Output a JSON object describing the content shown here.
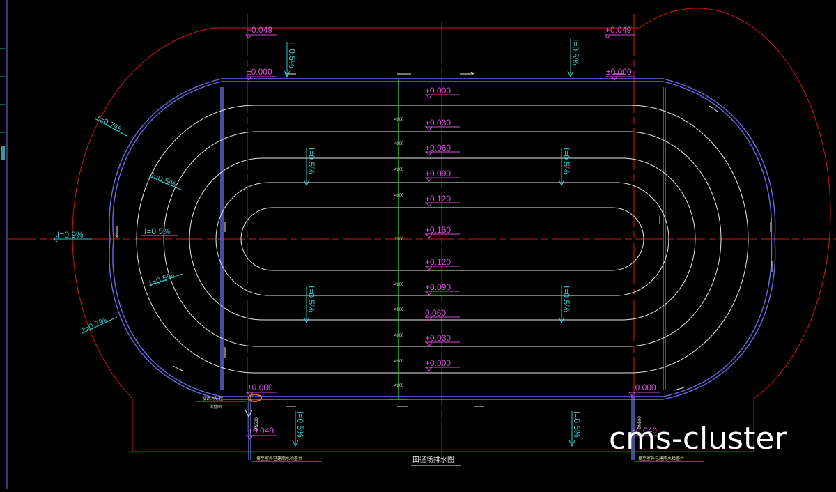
{
  "drawing": {
    "title": "田径场排水图",
    "watermark": "cms-cluster"
  },
  "colors": {
    "background": "#000000",
    "boundary": "#d01818",
    "track_edge": "#6a6ae6",
    "lanes": "#e8e8e8",
    "axis": "#d01818",
    "elevation_text": "#d84dd8",
    "slope_text": "#35c6c6",
    "drain_pipe": "#1fb81f"
  },
  "elevations": {
    "top_left_outer": "+0.049",
    "top_right_outer": "+0.049",
    "top_left_edge": "±0.000",
    "top_right_edge": "±0.000",
    "bottom_left_edge": "±0.000",
    "bottom_right_edge": "±0.000",
    "bottom_left_outer": "+0.049",
    "bottom_right_outer": "+0.049",
    "center_column": [
      "+0.000",
      "+0.030",
      "+0.060",
      "+0.090",
      "+0.120",
      "+0.150",
      "+0.120",
      "+0.090",
      "0.060",
      "+0.030",
      "+0.000"
    ]
  },
  "slopes": {
    "top_left_vertical": "I=0.5%",
    "top_right_vertical": "I=0.5%",
    "upper_left_field": "I=0.5%",
    "upper_right_field": "I=0.5%",
    "lower_left_field": "I=0.5%",
    "lower_right_field": "I=0.5%",
    "bottom_left_vertical": "I=0.5%",
    "bottom_right_vertical": "I=0.5%",
    "left_arc_outer_top": "I=0.7%",
    "left_arc_outer_bottom": "I=0.7%",
    "left_mid": "I=0.9%",
    "left_inner_upper": "I=0.5%",
    "left_inner_center": "I=0.5%",
    "left_inner_lower": "I=0.5%"
  },
  "pipes": {
    "left_pipe": "DN500",
    "right_pipe": "DN500",
    "left_note_1": "设计消防栓",
    "left_note_2": "详见图",
    "bottom_left_note": "排至室外已建雨水检查井",
    "bottom_right_note": "排至室外已建雨水检查井"
  }
}
